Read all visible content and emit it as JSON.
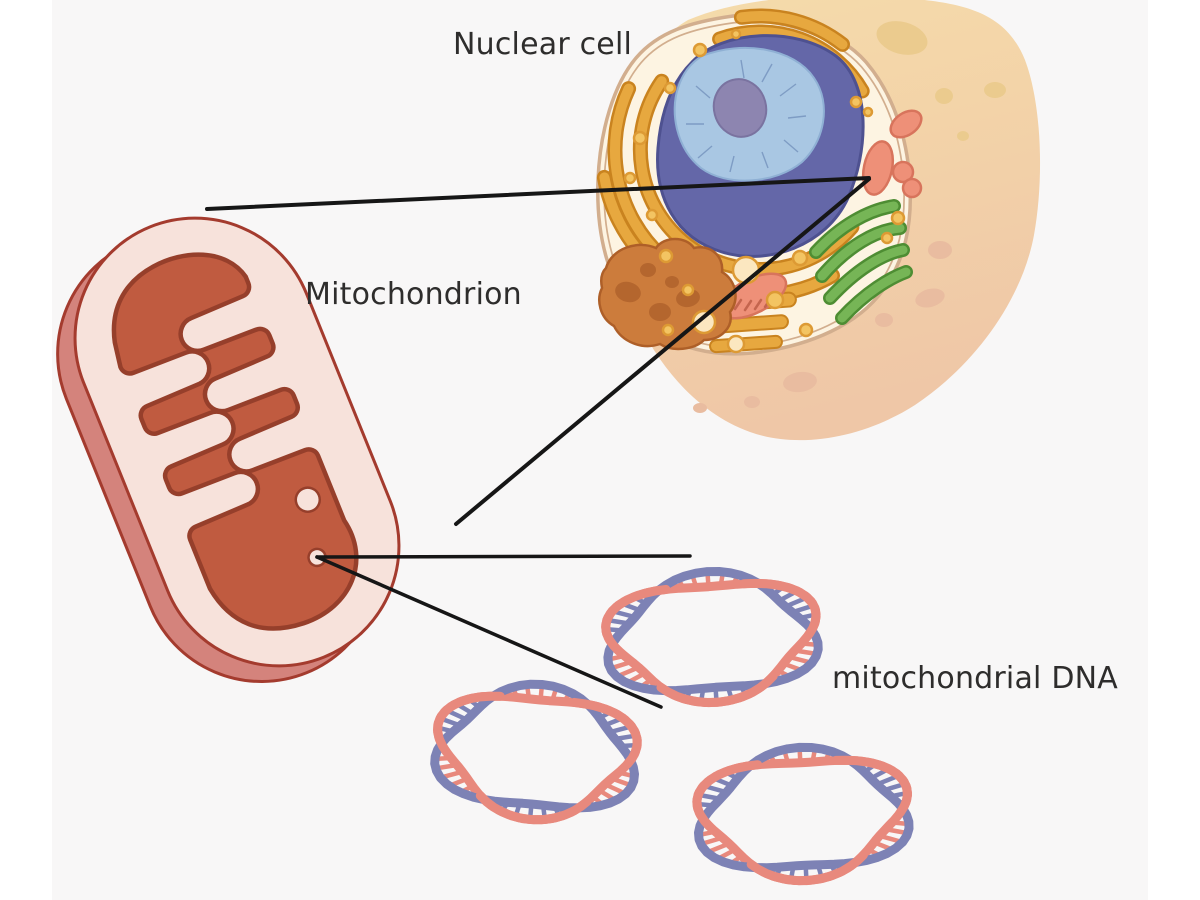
{
  "labels": {
    "nuclear_cell": "Nuclear cell",
    "mitochondrion": "Mitochondrion",
    "mitochondrial_dna": "mitochondrial DNA"
  },
  "dna_plasmid_count": 3,
  "colors": {
    "page": "#ffffff",
    "artboard": "#f8f7f7",
    "line": "#161616",
    "text": "#2e2d2c",
    "cell_top": "#f5dcab",
    "cell_bottom": "#efc7a7",
    "cell_spot_top": "#ebcb8e",
    "cell_spot_bottom": "#e9bca0",
    "cytosol": "#fdf4e2",
    "membrane": "#d2ae8e",
    "nucleus": "#6467a8",
    "nucleus_edge": "#4e5190",
    "nucleoplasm": "#a9c7e3",
    "nucleoplasm_edge": "#8fb0d4",
    "nucleus_ray": "#7e9cc4",
    "nucleolus": "#8d85b0",
    "nucleolus_edge": "#7a73a0",
    "er": "#e7a83f",
    "er_dark": "#c9831f",
    "golgi": "#76b556",
    "golgi_dark": "#4e8d33",
    "salmon": "#ee9078",
    "salmon_edge": "#d8745c",
    "brown": "#cc7c3c",
    "brown_edge": "#ae5f28",
    "brown_spot": "#b4662e",
    "vesicle": "#f3c462",
    "vesicle_edge": "#dd9a34",
    "vesicle_pale": "#fbe7c0",
    "mito_face": "#f7e2db",
    "mito_side": "#d4837c",
    "mito_outline": "#a43b2e",
    "mito_matrix": "#c05b40",
    "mito_matrix_edge": "#963f2b",
    "dna_salmon": "#e8897d",
    "dna_blue": "#7d82b5"
  }
}
